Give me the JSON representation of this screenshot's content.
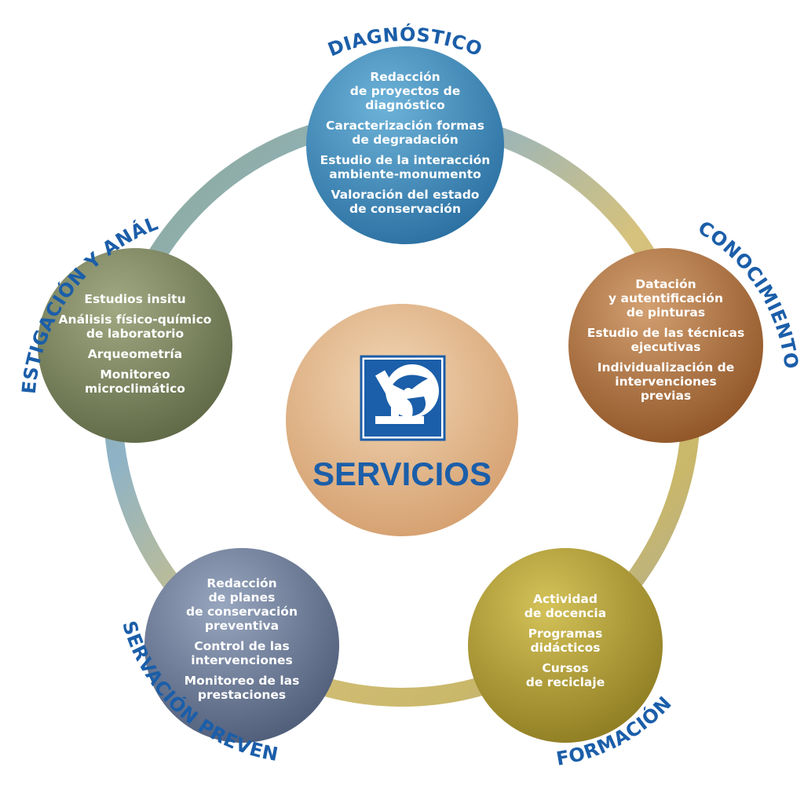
{
  "center": {
    "title": "SERVICIOS",
    "logo_icon": "microscope-logo-icon"
  },
  "colors": {
    "title_blue": "#1b5ea9",
    "diagnostico": "#3d8fc0",
    "conocimiento": "#b7733a",
    "formacion": "#b6a23a",
    "conservacion": "#6d7c97",
    "investigacion": "#7d8660",
    "center": "#e2b489"
  },
  "nodes": [
    {
      "id": "diagnostico",
      "title": "DIAGNÓSTICO",
      "items": [
        [
          "Redacción",
          "de proyectos de",
          "diagnóstico"
        ],
        [
          "Caracterización formas",
          "de degradación"
        ],
        [
          "Estudio de la interacción",
          "ambiente-monumento"
        ],
        [
          "Valoración del estado",
          "de conservación"
        ]
      ]
    },
    {
      "id": "conocimiento",
      "title": "CONOCIMIENTO",
      "items": [
        [
          "Datación",
          "y autentificación",
          "de pinturas"
        ],
        [
          "Estudio de las técnicas",
          "ejecutivas"
        ],
        [
          "Individualización de",
          "intervenciones",
          "previas"
        ]
      ]
    },
    {
      "id": "formacion",
      "title": "FORMACIÓN",
      "items": [
        [
          "Actividad",
          "de docencia"
        ],
        [
          "Programas",
          "didácticos"
        ],
        [
          "Cursos",
          "de reciclaje"
        ]
      ]
    },
    {
      "id": "conservacion",
      "title": "CONSERVACIÓN PREVENTIVA",
      "items": [
        [
          "Redacción",
          "de planes",
          "de conservación",
          "preventiva"
        ],
        [
          "Control de las",
          "intervenciones"
        ],
        [
          "Monitoreo de las",
          "prestaciones"
        ]
      ]
    },
    {
      "id": "investigacion",
      "title": "INVESTIGACIÓN Y ANÁLISIS",
      "items": [
        [
          "Estudios insitu"
        ],
        [
          "Análisis físico-químico",
          "de laboratorio"
        ],
        [
          "Arqueometría"
        ],
        [
          "Monitoreo",
          "microclimático"
        ]
      ]
    }
  ]
}
